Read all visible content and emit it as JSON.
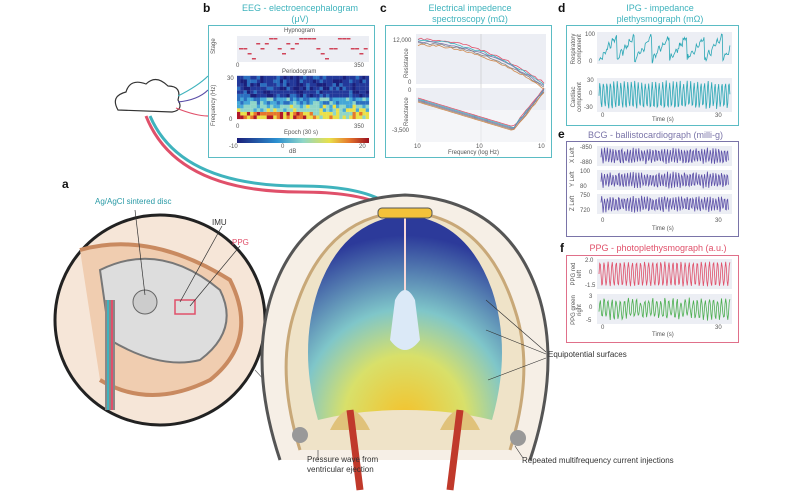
{
  "panels": {
    "a": {
      "label": "a",
      "disc": "Ag/AgCl sintered disc",
      "imu": "IMU",
      "ppg": "PPG"
    },
    "b": {
      "label": "b",
      "title1": "EEG - electroencephalogram",
      "title2": "(μV)",
      "hypnogram": "Hypnogram",
      "stage": "Stage",
      "periodogram": "Periodogram",
      "freq": "Frequency (Hz)",
      "epoch": "Epoch (30 s)",
      "db": "dB",
      "x0": "0",
      "x350": "350",
      "f0": "0",
      "f30": "30",
      "cb": [
        "-10",
        "0",
        "20"
      ]
    },
    "c": {
      "label": "c",
      "title1": "Electrical impedence",
      "title2": "spectroscopy (mΩ)",
      "resistance": "Resistance",
      "reactance": "Reactance",
      "r_top": "12,000",
      "r_bot": "0",
      "x_top": "0",
      "x_bot": "-3,500",
      "xlabel": "Frequency (log Hz)",
      "xt": [
        "10",
        "10",
        "10"
      ]
    },
    "d": {
      "label": "d",
      "title1": "IPG - impedance",
      "title2": "plethysmograph (mΩ)",
      "resp": "Respiratory component",
      "card": "Cardiac component",
      "r_ticks": [
        "100",
        "0"
      ],
      "c_ticks": [
        "30",
        "0",
        "-30"
      ],
      "time": "Time (s)",
      "t0": "0",
      "t30": "30"
    },
    "e": {
      "label": "e",
      "title": "BCG - ballistocardiograph (milli-g)",
      "rows": [
        {
          "name": "X Left",
          "hi": "-850",
          "lo": "-880"
        },
        {
          "name": "Y Left",
          "hi": "100",
          "lo": "80"
        },
        {
          "name": "Z Left",
          "hi": "750",
          "lo": "720"
        }
      ],
      "time": "Time (s)",
      "t0": "0",
      "t30": "30"
    },
    "f": {
      "label": "f",
      "title": "PPG - photoplethysmograph (a.u.)",
      "red": "PPG red left",
      "green": "PPG green right",
      "red_ticks": [
        "2.0",
        "0",
        "-1.5"
      ],
      "green_ticks": [
        "3",
        "0",
        "-5"
      ],
      "time": "Time (s)",
      "t0": "0",
      "t30": "30"
    }
  },
  "annotations": {
    "equipotential": "Equipotential surfaces",
    "pressure1": "Pressure wave from",
    "pressure2": "ventricular ejection",
    "injections": "Repeated multifrequency current injections"
  },
  "colors": {
    "teal": "#3fb3bd",
    "pink": "#e0506a",
    "purple": "#5b4fa8",
    "green": "#4caf50"
  }
}
